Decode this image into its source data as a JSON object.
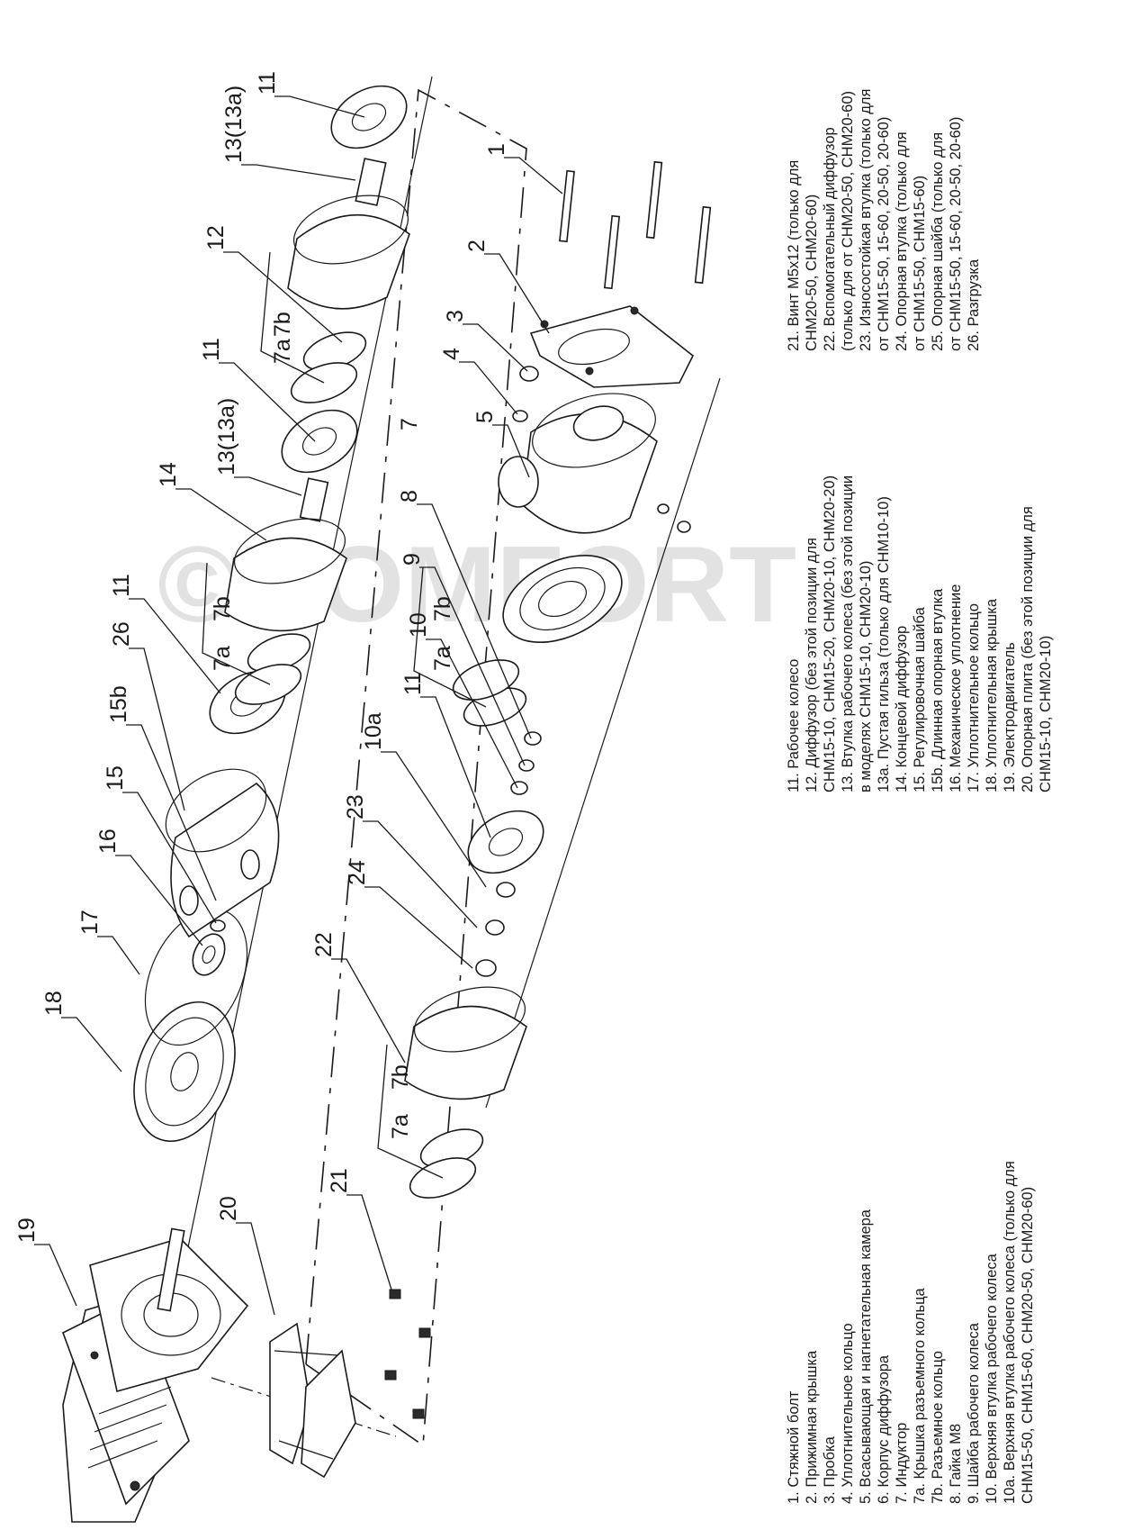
{
  "watermark": "©KOMFORT",
  "legend_col1": [
    "1. Стяжной болт",
    "2. Прижимная крышка",
    "3. Пробка",
    "4. Уплотнительное кольцо",
    "5. Всасывающая и нагнетательная камера",
    "6. Корпус диффузора",
    "7. Индуктор",
    "7а. Крышка разъемного кольца",
    "7b. Разъемное кольцо",
    "8. Гайка М8",
    "9. Шайба рабочего колеса",
    "10. Верхняя втулка рабочего колеса",
    "10а. Верхняя втулка рабочего колеса (только для",
    "CHM15-50, CHM15-60, CHM20-50, CHM20-60)"
  ],
  "legend_col2": [
    "11. Рабочее колесо",
    "12. Диффузор (без этой позиции для",
    "CHM15-10, CHM15-20, CHM20-10, CHM20-20)",
    "13. Втулка рабочего колеса (без этой позиции",
    "в моделях CHM15-10, CHM20-10)",
    "13a. Пустая гильза (только для CHM10-10)",
    "14. Концевой диффузор",
    "15. Регулировочная шайба",
    "15b. Длинная опорная втулка",
    "16. Механическое уплотнение",
    "17. Уплотнительное кольцо",
    "18. Уплотнительная крышка",
    "19. Электродвигатель",
    "20. Опорная плита (без этой позиции для",
    "CHM15-10, CHM20-10)"
  ],
  "legend_col3": [
    "21. Винт М5х12 (только для",
    "CHM20-50, CHM20-60)",
    "22. Вспомогательный диффузор",
    "(только для от CHM20-50, CHM20-60)",
    "23. Износостойкая втулка (только для",
    "от CHM15-50, 15-60, 20-50, 20-60)",
    "24. Опорная втулка (только для",
    "от CHM15-50, CHM15-60)",
    "25. Опорная шайба (только для",
    "от CHM15-50, 15-60, 20-50, 20-60)",
    "26. Разгрузка"
  ],
  "callouts": {
    "c1": "1",
    "c2": "2",
    "c3": "3",
    "c4": "4",
    "c5": "5",
    "c7": "7",
    "c7a_1": "7a",
    "c7b_1": "7b",
    "c7a_2": "7a",
    "c7b_2": "7b",
    "c7a_3": "7a",
    "c7b_3": "7b",
    "c7a_4": "7a",
    "c7b_4": "7b",
    "c8": "8",
    "c9": "9",
    "c10": "10",
    "c10a": "10a",
    "c11_1": "11",
    "c11_2": "11",
    "c11_3": "11",
    "c11_4": "11",
    "c12": "12",
    "c13_1": "13(13a)",
    "c13_2": "13(13a)",
    "c14": "14",
    "c15": "15",
    "c15b": "15b",
    "c16": "16",
    "c17": "17",
    "c18": "18",
    "c19": "19",
    "c20": "20",
    "c21": "21",
    "c22": "22",
    "c23": "23",
    "c24": "24",
    "c26": "26"
  }
}
